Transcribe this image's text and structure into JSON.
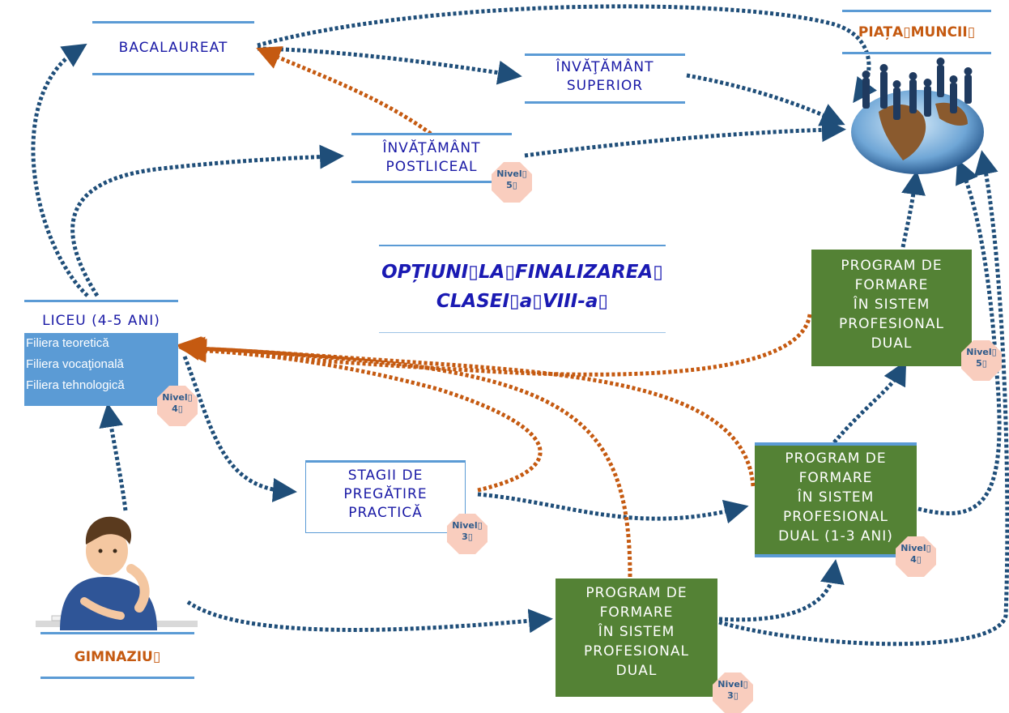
{
  "corner_mark": "",
  "bacalaureat": "BACALAUREAT",
  "superior": {
    "line1": "ÎNVĂŢĂMÂNT",
    "line2": "SUPERIOR"
  },
  "postliceal": {
    "line1": "ÎNVĂŢĂMÂNT",
    "line2": "POSTLICEAL"
  },
  "piata": "PIAȚA▯MUNCII▯",
  "title": {
    "line1": "OPȚIUNI▯LA▯FINALIZAREA▯",
    "line2": "CLASEI▯a▯VIII-a▯"
  },
  "liceu": {
    "heading": "LICEU (4-5 ANI)",
    "filiere": [
      "Filiera teoretică",
      "Filiera vocaţională",
      "Filiera tehnologică"
    ]
  },
  "stagii": {
    "line1": "STAGII DE",
    "line2": "PREGĂTIRE",
    "line3": "PRACTICĂ"
  },
  "dual_nivel5": [
    "PROGRAM DE",
    "FORMARE",
    "ÎN SISTEM",
    "PROFESIONAL",
    "DUAL"
  ],
  "dual_nivel4": [
    "PROGRAM DE",
    "FORMARE",
    "ÎN SISTEM",
    "PROFESIONAL",
    "DUAL (1-3 ANI)"
  ],
  "dual_nivel3": [
    "PROGRAM DE",
    "FORMARE",
    "ÎN SISTEM",
    "PROFESIONAL",
    "DUAL"
  ],
  "gimnaziu": "GIMNAZIU▯",
  "badges": {
    "postliceal": {
      "label": "Nivel▯",
      "num": "5▯"
    },
    "liceu": {
      "label": "Nivel▯",
      "num": "4▯"
    },
    "stagii": {
      "label": "Nivel▯",
      "num": "3▯"
    },
    "dual5": {
      "label": "Nivel▯",
      "num": "5▯"
    },
    "dual4": {
      "label": "Nivel▯",
      "num": "4▯"
    },
    "dual3": {
      "label": "Nivel▯",
      "num": "3▯"
    }
  },
  "colors": {
    "blue_arrow": "#1f4e79",
    "orange_arrow": "#c55a11",
    "green_box": "#548235",
    "accent_blue": "#5b9bd5"
  }
}
